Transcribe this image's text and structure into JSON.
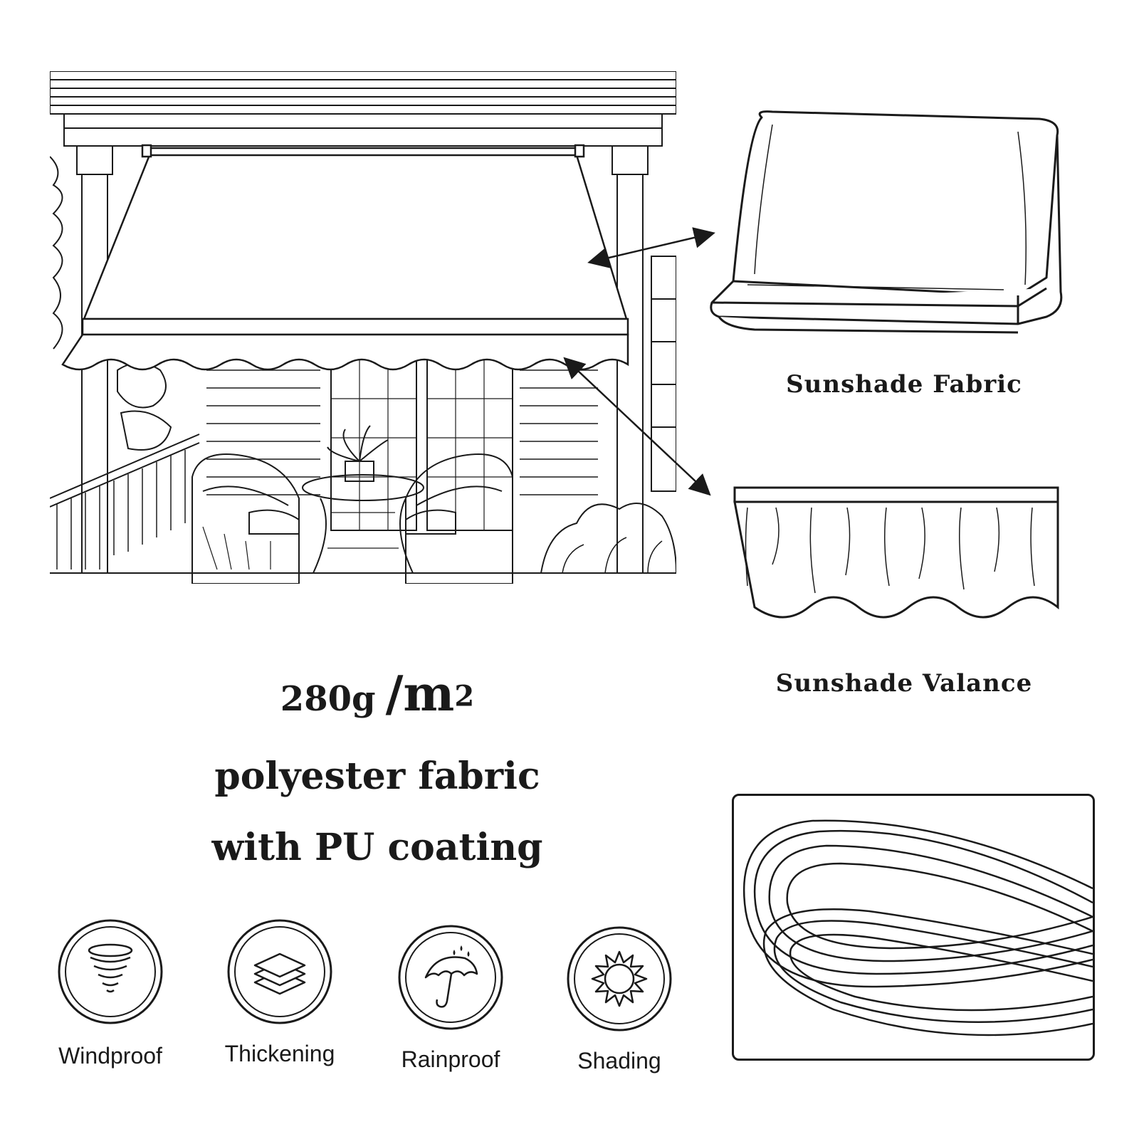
{
  "callouts": {
    "fabric_label": "Sunshade Fabric",
    "valance_label": "Sunshade Valance"
  },
  "spec": {
    "weight_value": "280g",
    "weight_unit": "/m",
    "weight_exp": "2",
    "line1": "polyester fabric",
    "line2": "with PU coating"
  },
  "features": [
    {
      "icon": "tornado-icon",
      "label": "Windproof"
    },
    {
      "icon": "layers-icon",
      "label": "Thickening"
    },
    {
      "icon": "umbrella-rain-icon",
      "label": "Rainproof"
    },
    {
      "icon": "sun-icon",
      "label": "Shading"
    }
  ],
  "colors": {
    "ink": "#1a1a1a",
    "background": "#ffffff"
  }
}
